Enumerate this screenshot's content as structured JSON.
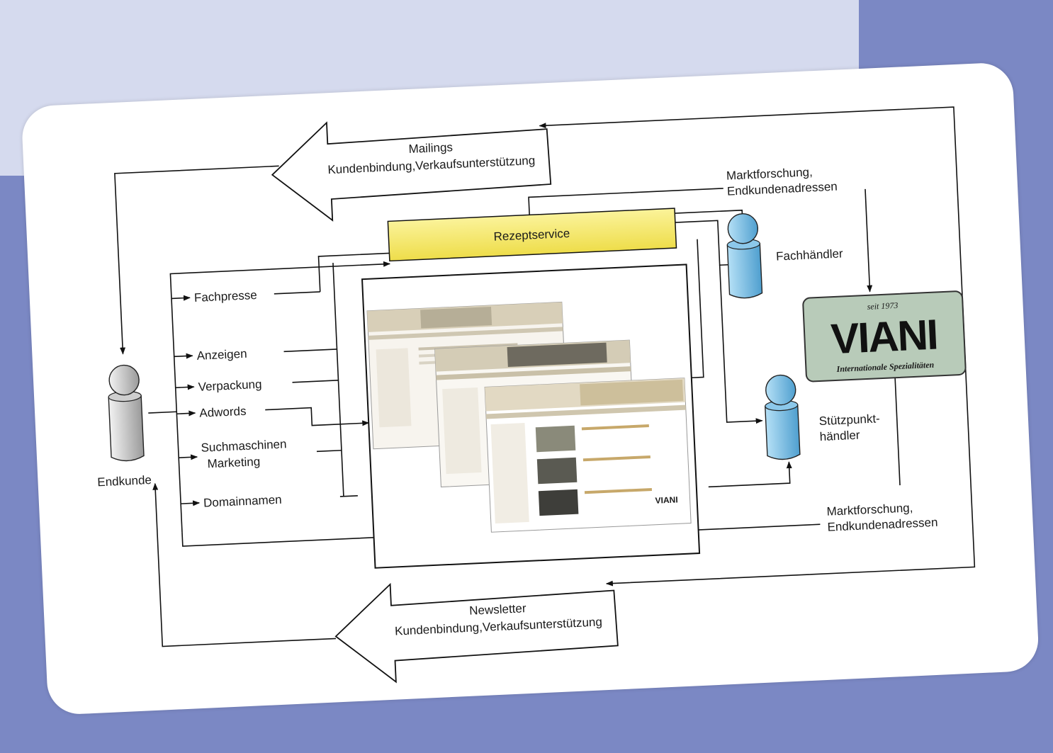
{
  "top_arrow": {
    "line1": "Mailings",
    "line2": "Kundenbindung,Verkaufsunterstützung"
  },
  "bottom_arrow": {
    "line1": "Newsletter",
    "line2": "Kundenbindung,Verkaufsunterstützung"
  },
  "rezeptservice": {
    "label": "Rezeptservice",
    "color": "#f5ec6a"
  },
  "market_research_top": {
    "line1": "Marktforschung,",
    "line2": "Endkundenadressen"
  },
  "market_research_bottom": {
    "line1": "Marktforschung,",
    "line2": "Endkundenadressen"
  },
  "channels": [
    "Fachpresse",
    "Anzeigen",
    "Verpackung",
    "Adwords",
    "Suchmaschinen",
    "Marketing",
    "Domainnamen"
  ],
  "actors": {
    "endkunde": "Endkunde",
    "fachhaendler": "Fachhändler",
    "stuetzpunkt_line1": "Stützpunkt-",
    "stuetzpunkt_line2": "händler"
  },
  "logo": {
    "since": "seit 1973",
    "name": "VIANI",
    "tagline": "Internationale Spezialitäten",
    "bg_color": "#b8cbb9"
  },
  "website_screens": {
    "brand": "VIANI"
  },
  "colors": {
    "person_blue": "#7fc2e6",
    "person_grey": "#d9d9d9",
    "page_bg": "#7b88c4",
    "page_bg_light": "#d5daee"
  }
}
